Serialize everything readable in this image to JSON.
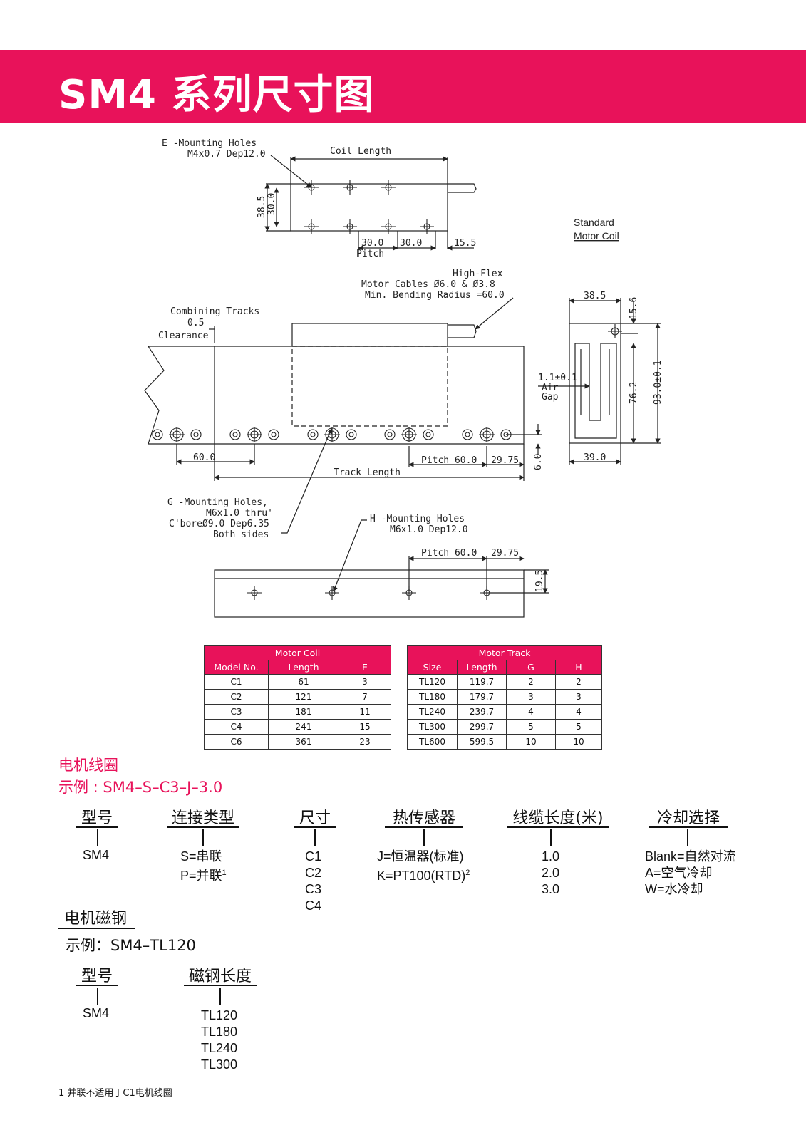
{
  "header": {
    "title": "SM4 系列尺寸图"
  },
  "drawing": {
    "labels": {
      "e_holes_1": "E -Mounting Holes",
      "e_holes_2": "M4x0.7 Dep12.0",
      "coil_length": "Coil Length",
      "dim_38_5": "38.5",
      "dim_30_0": "30.0",
      "pitch_30_a": "30.0",
      "pitch_30_b": "30.0",
      "dim_15_5": "15.5",
      "pitch": "Pitch",
      "std_coil_1": "Standard",
      "std_coil_2": "Motor Coil",
      "cable_1": "High-Flex",
      "cable_2": "Motor Cables Ø6.0 & Ø3.8",
      "cable_3": "Min. Bending Radius =60.0",
      "combining": "Combining Tracks",
      "clear_val": "0.5",
      "clearance": "Clearance",
      "side_38_5": "38.5",
      "side_15_6": "15.6",
      "airgap_1": "1.1±0.1",
      "airgap_2": "Air",
      "airgap_3": "Gap",
      "side_76_2": "76.2",
      "side_93": "93.0±0.1",
      "side_39": "39.0",
      "dim_60": "60.0",
      "pitch_60": "Pitch 60.0",
      "dim_29_75": "29.75",
      "dim_6": "6.0",
      "track_length": "Track Length",
      "g_1": "G -Mounting Holes,",
      "g_2": "M6x1.0 thru'",
      "g_3": "C'boreØ9.0 Dep6.35",
      "g_4": "Both sides",
      "h_1": "H -Mounting Holes",
      "h_2": "M6x1.0 Dep12.0",
      "pitch_60_b": "Pitch 60.0",
      "dim_29_75_b": "29.75",
      "dim_19_5": "19.5"
    }
  },
  "coil_table": {
    "caption": "Motor Coil",
    "headers": [
      "Model No.",
      "Length",
      "E"
    ],
    "rows": [
      [
        "C1",
        "61",
        "3"
      ],
      [
        "C2",
        "121",
        "7"
      ],
      [
        "C3",
        "181",
        "11"
      ],
      [
        "C4",
        "241",
        "15"
      ],
      [
        "C6",
        "361",
        "23"
      ]
    ]
  },
  "track_table": {
    "caption": "Motor Track",
    "headers": [
      "Size",
      "Length",
      "G",
      "H"
    ],
    "rows": [
      [
        "TL120",
        "119.7",
        "2",
        "2"
      ],
      [
        "TL180",
        "179.7",
        "3",
        "3"
      ],
      [
        "TL240",
        "239.7",
        "4",
        "4"
      ],
      [
        "TL300",
        "299.7",
        "5",
        "5"
      ],
      [
        "TL600",
        "599.5",
        "10",
        "10"
      ]
    ]
  },
  "coil_order": {
    "title": "电机线圈",
    "example": "示例 : SM4–S–C3–J–3.0",
    "columns": [
      {
        "head": "型号",
        "values": [
          "SM4"
        ]
      },
      {
        "head": "连接类型",
        "values": [
          "S=串联",
          "P=并联"
        ],
        "sup": "1"
      },
      {
        "head": "尺寸",
        "values": [
          "C1",
          "C2",
          "C3",
          "C4"
        ]
      },
      {
        "head": "热传感器",
        "values": [
          "J=恒温器(标准)",
          "K=PT100(RTD)"
        ],
        "sup": "2"
      },
      {
        "head": "线缆长度(米)",
        "values": [
          "1.0",
          "2.0",
          "3.0"
        ]
      },
      {
        "head": "冷却选择",
        "values": [
          "Blank=自然对流",
          "A=空气冷却",
          "W=水冷却"
        ]
      }
    ]
  },
  "track_order": {
    "title": "电机磁钢",
    "example": "示例：SM4–TL120",
    "columns": [
      {
        "head": "型号",
        "values": [
          "SM4"
        ]
      },
      {
        "head": "磁钢长度",
        "values": [
          "TL120",
          "TL180",
          "TL240",
          "TL300"
        ]
      }
    ]
  },
  "footnote": "1 并联不适用于C1电机线圈"
}
